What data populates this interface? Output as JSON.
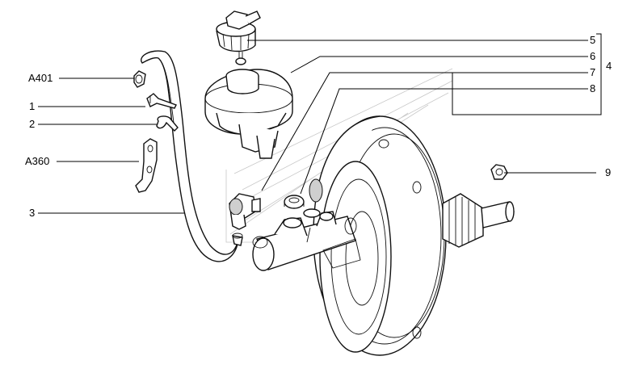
{
  "callouts": {
    "a401": "A401",
    "c1": "1",
    "c2": "2",
    "a360": "A360",
    "c3": "3",
    "c5": "5",
    "c6": "6",
    "c7": "7",
    "c8": "8",
    "c4": "4",
    "c9": "9"
  },
  "colors": {
    "line": "#000000",
    "background": "#ffffff"
  }
}
